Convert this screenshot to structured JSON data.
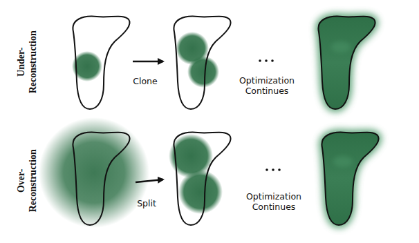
{
  "diagram": {
    "labels": [
      "Under-Reconstruction",
      "Clone",
      "Optimization Continues",
      "Over-Reconstruction",
      "Split",
      "Optimization Continues"
    ]
  }
}
